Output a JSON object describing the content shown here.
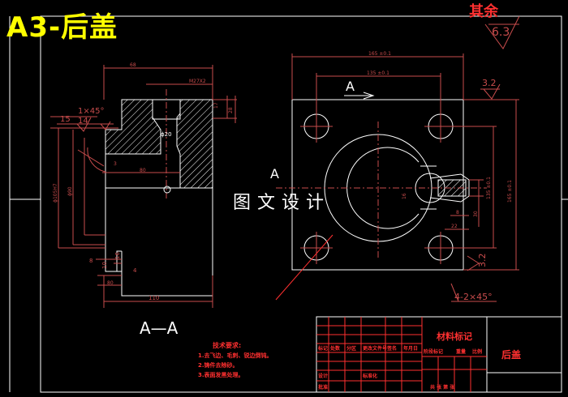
{
  "sheet": {
    "title": "A3-后盖",
    "overlay": "图文设计"
  },
  "roughness": {
    "remaining_label": "其余",
    "remaining_value": "6.3",
    "local_value": "3.2",
    "corner_value": "3.2"
  },
  "section": {
    "label": "A—A",
    "view_mark": "A",
    "arrow_mark": "A"
  },
  "dimensions": {
    "overall_width_side": "68",
    "m_thread": "M27X2",
    "chamfer": "1×45°",
    "d15": "15",
    "d14": "14",
    "phi20": "ϕ20",
    "r3": "3",
    "w80": "80",
    "h17": "17",
    "h28": "28",
    "phi_big": "ϕ105H7",
    "phi_mid": "ϕ90",
    "d8": "8",
    "d10": "10",
    "d16": "16",
    "d4": "4",
    "d80b": "80",
    "d110": "110",
    "top_w1": "165 ±0.1",
    "top_w2": "135 ±0.1",
    "right_h1": "165 ±0.1",
    "right_h2": "135 ±0.1",
    "d30": "30",
    "d22": "22",
    "d8b": "8",
    "d16b": "16",
    "chamfer2": "4-2×45°"
  },
  "tech_req": {
    "title": "技术要求:",
    "items": [
      "1.去飞边、毛刺、锐边倒钝。",
      "2.铸件去除砂。",
      "3.表面发黑处理。"
    ]
  },
  "title_block": {
    "material_label": "材料标记",
    "part_name": "后盖",
    "row_labels": [
      "标记",
      "处数",
      "分区",
      "更改文件号",
      "签名",
      "年月日"
    ],
    "stage_label": "阶段标记",
    "weight_label": "重量",
    "scale_label": "比例",
    "designer": "设计",
    "standard": "标准化",
    "approve": "批准",
    "sheet_info": "共 张 第 张"
  },
  "colors": {
    "line": "#c84c4c",
    "bright": "#ff3030",
    "white": "#ffffff",
    "yellow": "#ffff00",
    "bg": "#000000"
  }
}
